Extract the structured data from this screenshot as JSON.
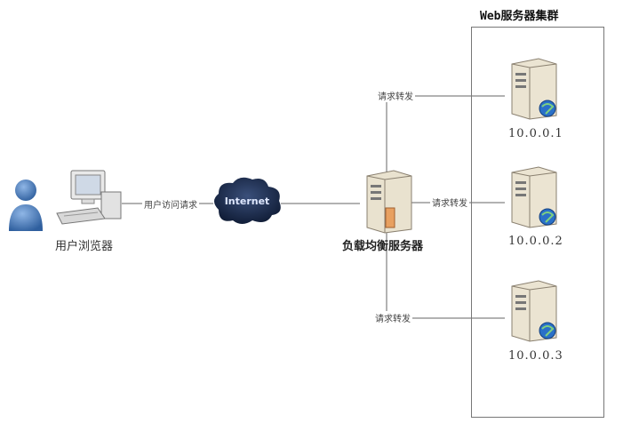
{
  "cluster": {
    "title": "Web服务器集群"
  },
  "user": {
    "label": "用户浏览器"
  },
  "request_label": "用户访问请求",
  "internet": {
    "label": "Internet"
  },
  "load_balancer": {
    "label": "负载均衡服务器"
  },
  "forward_label": "请求转发",
  "servers": [
    {
      "ip": "10.0.0.1"
    },
    {
      "ip": "10.0.0.2"
    },
    {
      "ip": "10.0.0.3"
    }
  ]
}
